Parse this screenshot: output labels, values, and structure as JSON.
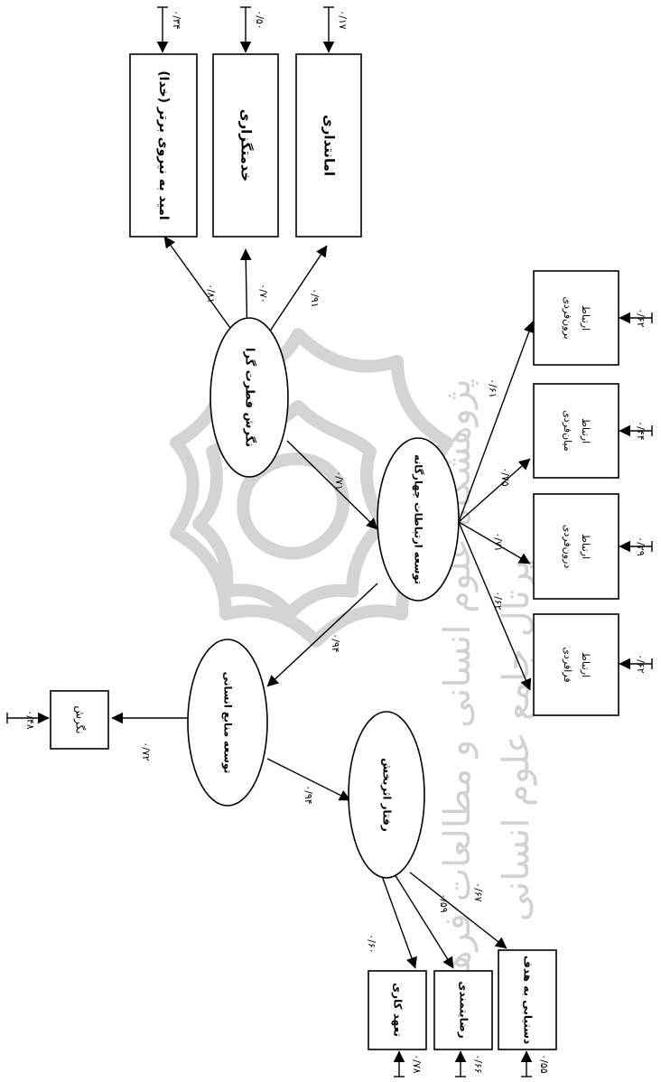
{
  "watermark": {
    "line1": "پژوهشگاه علوم انسانی و مطالعات فرهنگی",
    "line2": "پرتال جامع علوم انسانی"
  },
  "top_items": [
    {
      "label": "امید به نیروی برتر (خدا)",
      "loading": "۰/۸۱",
      "error": "۰/۳۴"
    },
    {
      "label": "خدمتگزاری",
      "loading": "۰/۷۰",
      "error": "۰/۵۰"
    },
    {
      "label": "امانتداری",
      "loading": "۰/۹۱",
      "error": "۰/۱۷"
    }
  ],
  "latents": {
    "fitrah": "نگرش فطرت گرا",
    "communication": "توسعه ارتباطات چهارگانه",
    "hr": "توسعه منابع انسانی",
    "behavior": "رفتار اثربخش"
  },
  "paths": {
    "fitrah_communication": "۰/۷۱",
    "communication_hr": "۰/۹۴",
    "hr_behavior": "۰/۹۴",
    "hr_attitude": "۰/۷۲"
  },
  "communication_items": [
    {
      "line1": "ارتباط",
      "line2": "برون‌فردی",
      "loading": "۰/۶۱",
      "error": "۰/۶۲"
    },
    {
      "line1": "ارتباط",
      "line2": "میان‌فردی",
      "loading": "۰/۷۵",
      "error": "۰/۴۴"
    },
    {
      "line1": "ارتباط",
      "line2": "درون‌فردی",
      "loading": "۰/۷۱",
      "error": "۰/۲۹"
    },
    {
      "line1": "ارتباط",
      "line2": "فرافردی",
      "loading": "۰/۶۲",
      "error": "۰/۶۲"
    }
  ],
  "attitude_item": {
    "label": "نگرش",
    "error": "۰/۴۸"
  },
  "behavior_items": [
    {
      "label": "تعهد کاری",
      "loading": "۰/۶۰",
      "error": "۰/۷۸"
    },
    {
      "label": "رضایتمندی",
      "loading": "۰/۵۹",
      "error": "۰/۶۶"
    },
    {
      "label": "دستیابی به هدف",
      "loading": "۰/۶۷",
      "error": "۰/۵۵"
    }
  ]
}
